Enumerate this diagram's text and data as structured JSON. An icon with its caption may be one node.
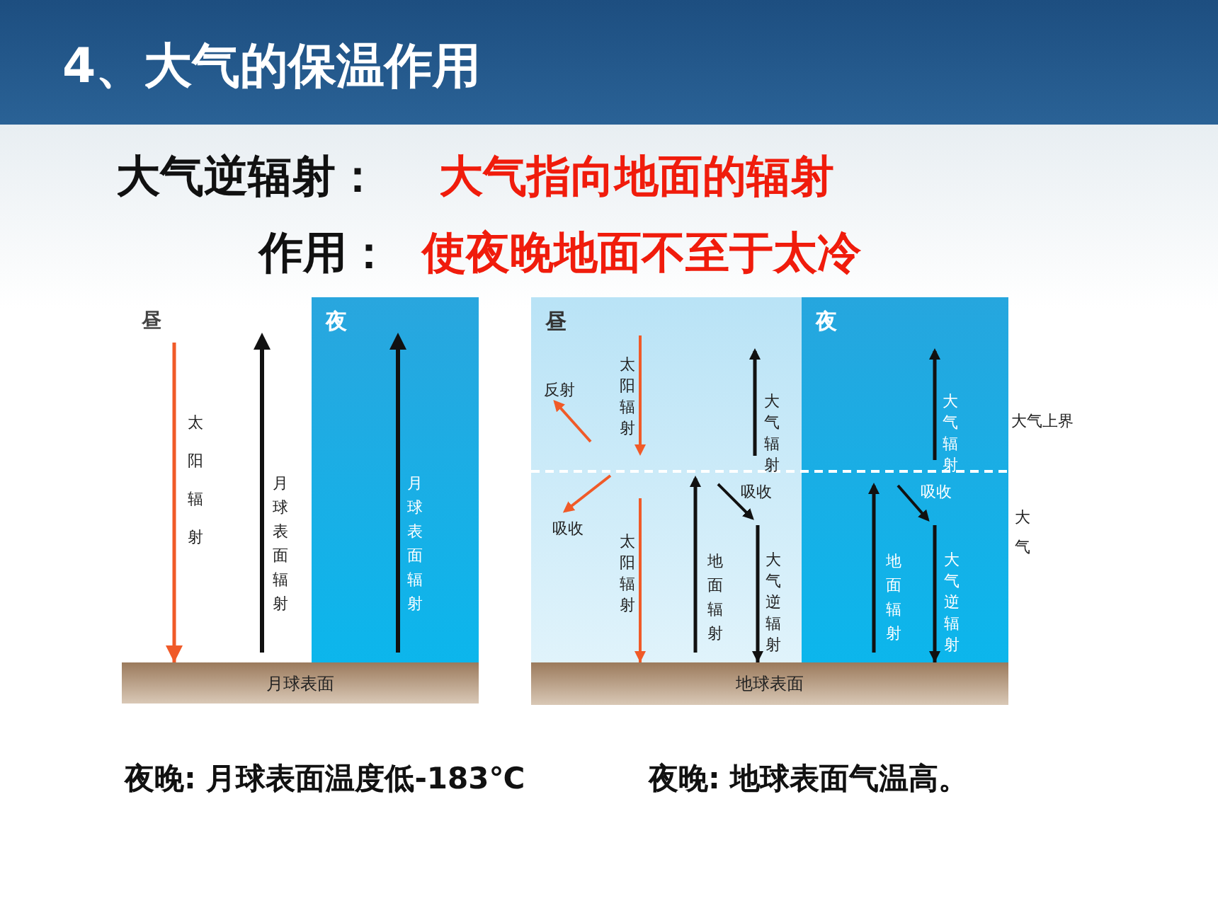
{
  "diagram": {
    "title": "4、大气的保温作用",
    "nodes": [
      {
        "text": [
          "夜"
        ]
      },
      {
        "text": [
          "月球表面"
        ]
      },
      {
        "text": [
          "昼"
        ]
      },
      {
        "text": [
          "夜"
        ]
      },
      {
        "text": [
          "地球表面"
        ]
      }
    ],
    "edges": [
      {
        "from": null,
        "to": 1,
        "arrow": "to",
        "color": "#f05a28"
      },
      {
        "from": 2,
        "to": 4,
        "arrow": "to",
        "color": "#f05a28"
      },
      {
        "from": 2,
        "to": 4,
        "arrow": "to",
        "color": "#111111"
      },
      {
        "from": 3,
        "to": 4,
        "arrow": "to",
        "color": "#111111"
      }
    ],
    "labels": [
      "大气逆辐射：",
      "大气指向地面的辐射",
      "作用：",
      "使夜晚地面不至于太冷",
      "昼",
      "太阳辐射",
      "月球表面辐射",
      "月球表面辐射",
      "反射",
      "太阳辐射",
      "大气辐射",
      "大气辐射",
      "大气上界",
      "吸收",
      "吸收",
      "吸收",
      "大气",
      "太阳辐射",
      "地面辐射",
      "大气逆辐射",
      "地面辐射",
      "大气逆辐射",
      "夜晚: 月球表面温度低-183℃",
      "夜晚: 地球表面气温高。"
    ]
  }
}
